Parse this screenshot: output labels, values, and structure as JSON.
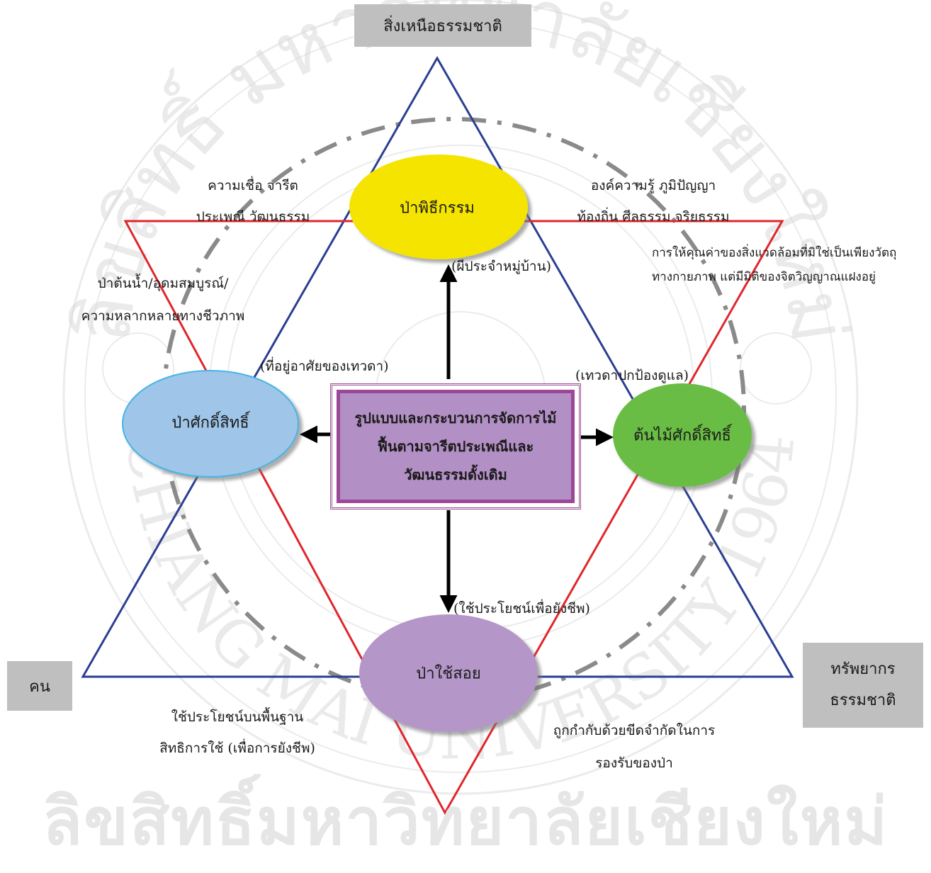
{
  "top_box": "สิ่งเหนือธรรมชาติ",
  "left_box": "คน",
  "right_box": {
    "line1": "ทรัพยากร",
    "line2": "ธรรมชาติ"
  },
  "center": {
    "line1": "รูปแบบและกระบวนการจัดการไม้",
    "line2": "ฟื้นตามจารีตประเพณีและ",
    "line3": "วัฒนธรรมดั้งเดิม"
  },
  "nodes": {
    "top": {
      "label": "ป่าพิธีกรรม",
      "color": "#f5e400"
    },
    "left": {
      "label": "ป่าศักดิ์สิทธิ์",
      "color": "#9fc5e8"
    },
    "right": {
      "label": "ต้นไม้ศักดิ์สิทธิ์",
      "color": "#69bd45"
    },
    "bottom": {
      "label": "ป่าใช้สอย",
      "color": "#b497c8"
    }
  },
  "arrow_labels": {
    "up": "(ผีประจำหมู่บ้าน)",
    "left": "(ที่อยู่อาศัยของเทวดา)",
    "right": "(เทวดาปกป้องดูแล)",
    "down": "(ใช้ประโยชน์เพื่อยังชีพ)"
  },
  "annotations": {
    "top_left": {
      "line1": "ความเชื่อ จารีต",
      "line2": "ประเพณี วัฒนธรรม"
    },
    "top_right": {
      "line1": "องค์ความรู้ ภูมิปัญญา",
      "line2": "ท้องถิ่น ศีลธรรม จริยธรรม"
    },
    "right": {
      "line1": "การให้คุณค่าของสิ่งแวดล้อมที่มิใช่เป็นเพียงวัตถุ",
      "line2": "ทางกายภาพ แต่มีมิติของจิตวิญญาณแฝงอยู่"
    },
    "left": {
      "line1": "ป่าต้นน้ำ/อุดมสมบูรณ์/",
      "line2": "ความหลากหลายทางชีวภาพ"
    },
    "bottom_left": {
      "line1": "ใช้ประโยชน์บนพื้นฐาน",
      "line2": "สิทธิการใช้ (เพื่อการยังชีพ)"
    },
    "bottom_right": {
      "line1": "ถูกกำกับด้วยขีดจำกัดในการ",
      "line2": "รองรับของป่า"
    }
  },
  "watermark": {
    "top_arc": "ลิขสิทธิ์ มหาวิทยาลัยเชียงใหม่",
    "bottom_arc": "CHIANG MAI UNIVERSITY",
    "year": "1964",
    "bottom_text": "ลิขสิทธิ์มหาวิทยาลัยเชียงใหม่"
  },
  "colors": {
    "blue_triangle": "#2b3f92",
    "red_triangle": "#e0262b",
    "dash_circle": "#8a8a8a",
    "box_gray": "#bfbfbf"
  }
}
